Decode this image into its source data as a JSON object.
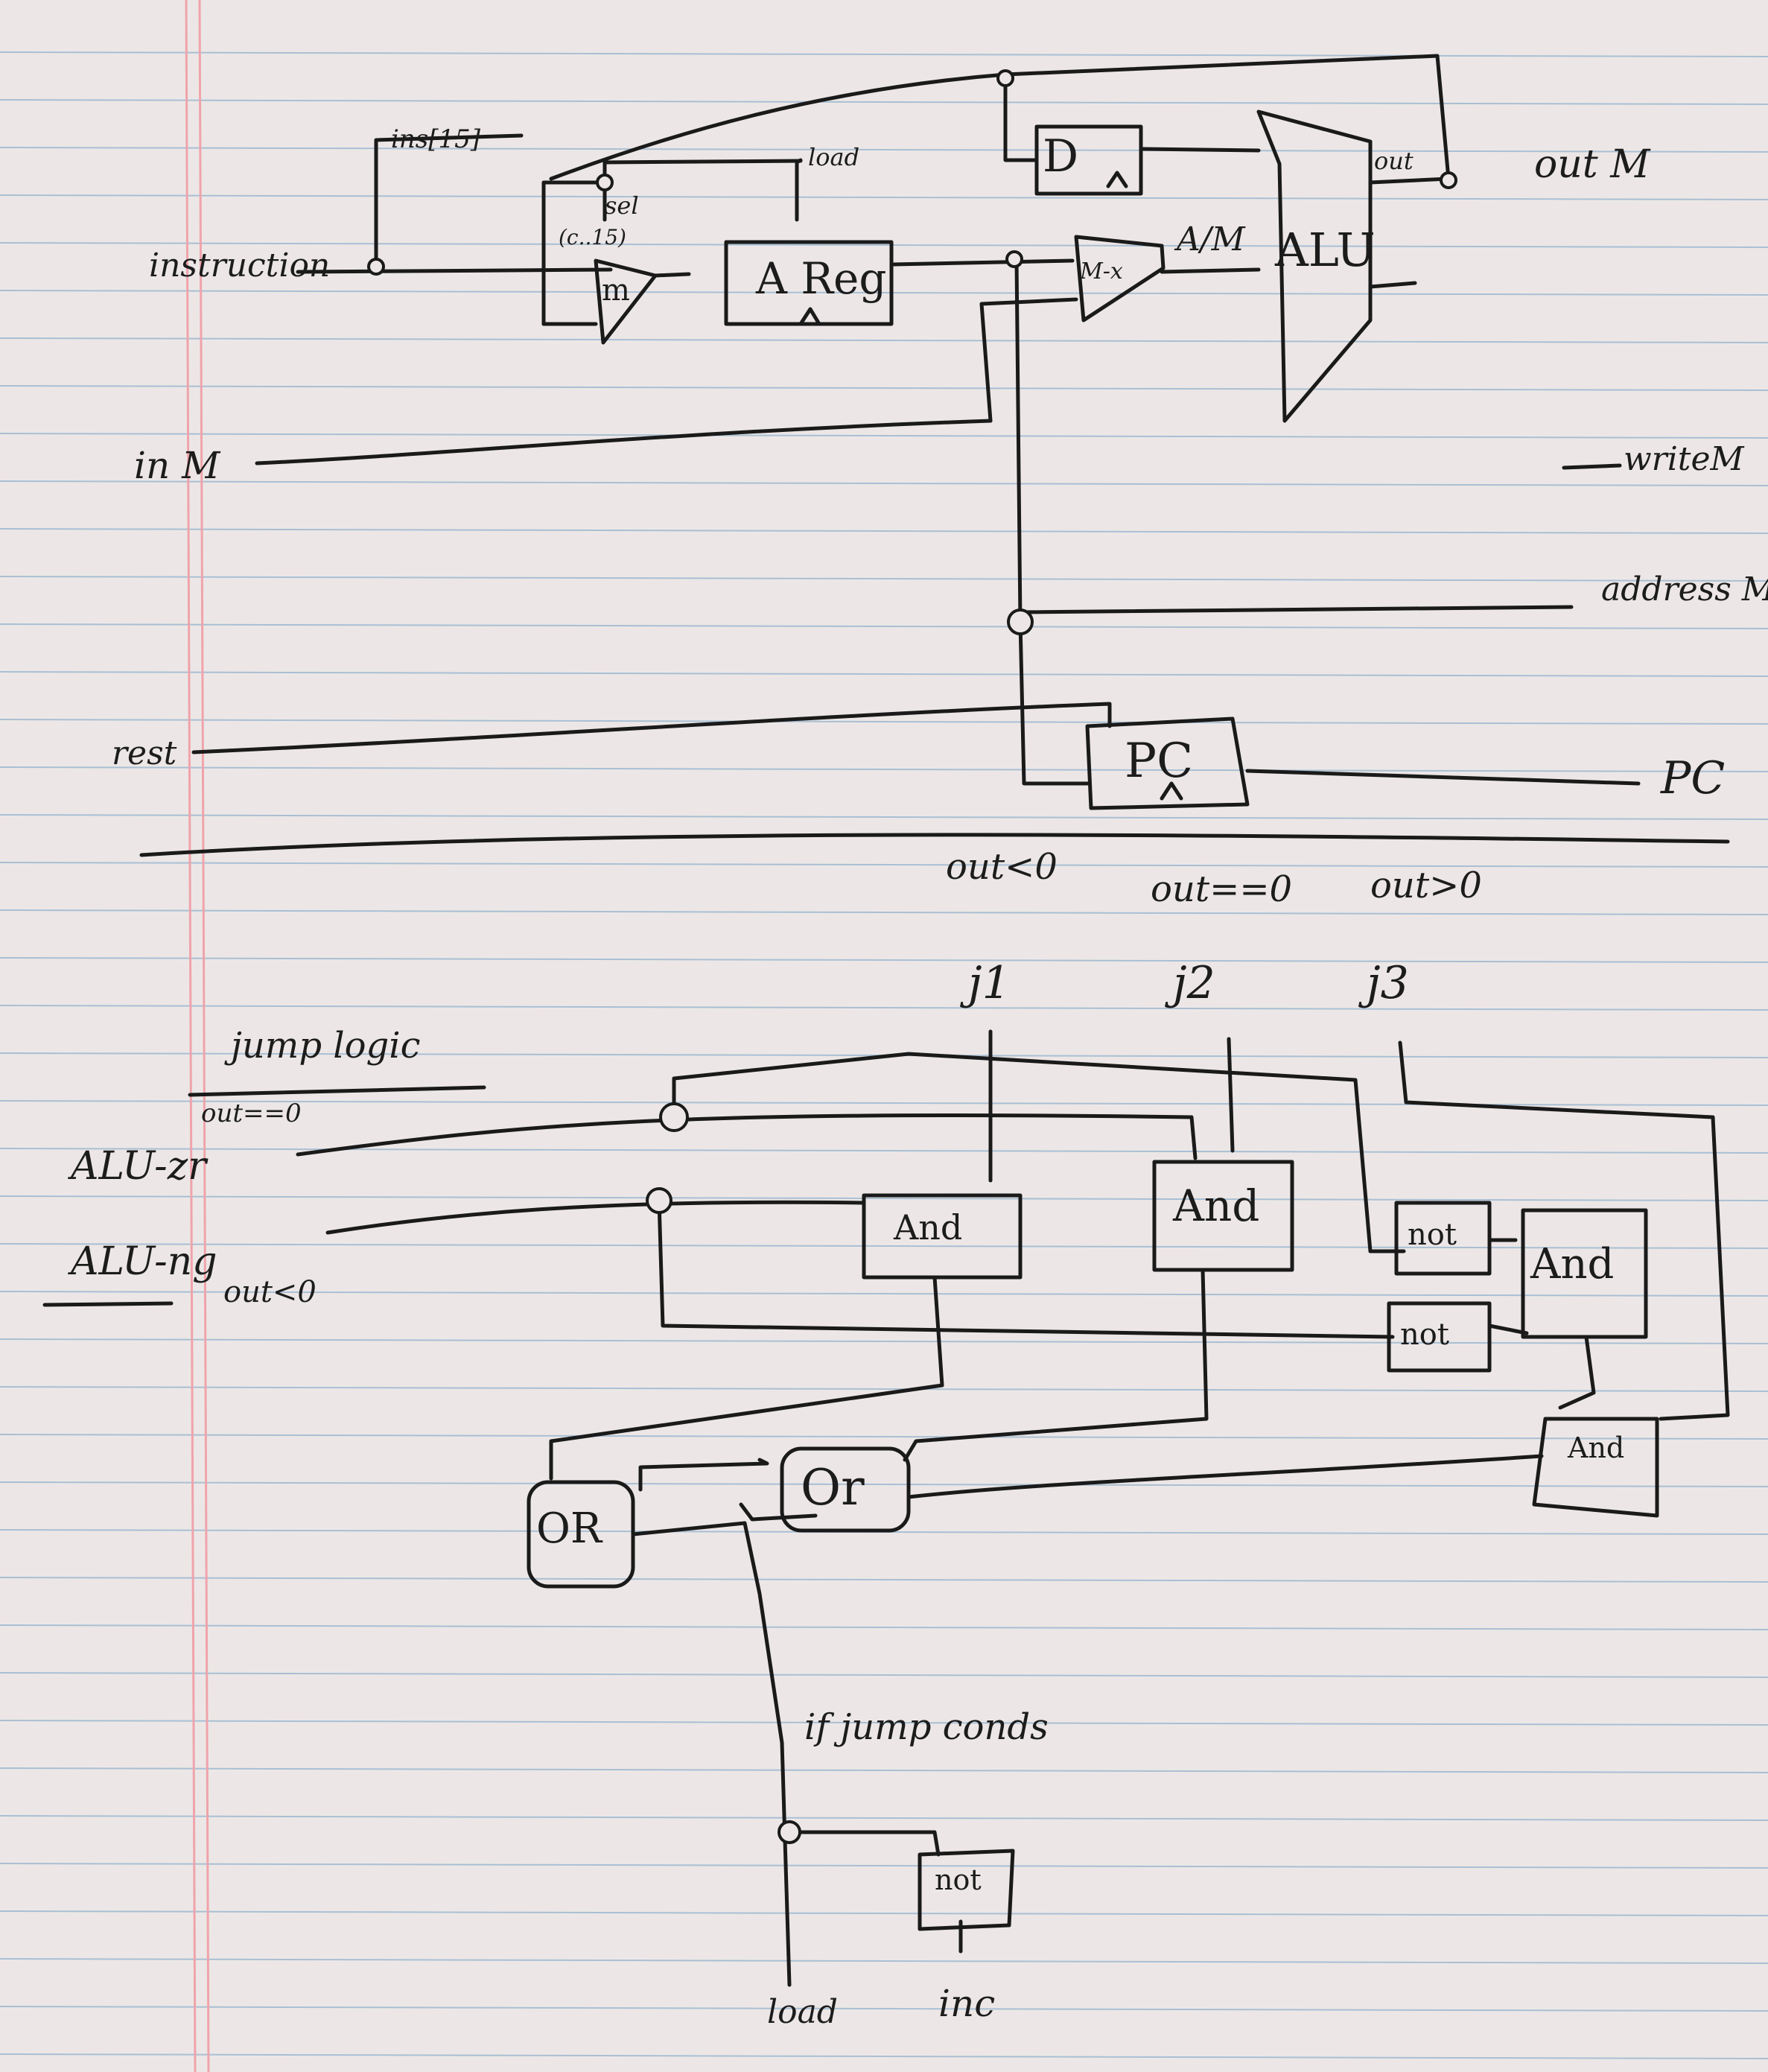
{
  "cpu": {
    "inputs": {
      "instruction": "instruction",
      "inM": "in M",
      "reset": "rest"
    },
    "instruction_tap": "ins[15]",
    "mux_a": {
      "label": "m",
      "control": "(c..15)",
      "select": "sel"
    },
    "a_register": {
      "label": "A Reg",
      "load": "load"
    },
    "d_register": {
      "label": "D"
    },
    "mux_am": {
      "label": "M-x",
      "output": "A/M"
    },
    "alu": {
      "label": "ALU",
      "out": "out"
    },
    "pc": {
      "label": "PC"
    },
    "outputs": {
      "outM": "out M",
      "writeM": "writeM",
      "addressM": "address M",
      "pc": "PC"
    }
  },
  "jump": {
    "title": "jump logic",
    "conditions": [
      "out<0",
      "out==0",
      "out>0"
    ],
    "jump_bits": [
      "j1",
      "j2",
      "j3"
    ],
    "alu_zr": {
      "label": "ALU-zr",
      "note": "out==0"
    },
    "alu_ng": {
      "label": "ALU-ng",
      "note": "out<0"
    },
    "gates": {
      "and1": "And",
      "and2": "And",
      "and3": "And",
      "and4": "And",
      "not1": "not",
      "not2": "not",
      "or1": "OR",
      "or2": "Or",
      "not3": "not"
    },
    "note": "if jump conds",
    "outputs": {
      "load": "load",
      "inc": "inc"
    }
  }
}
